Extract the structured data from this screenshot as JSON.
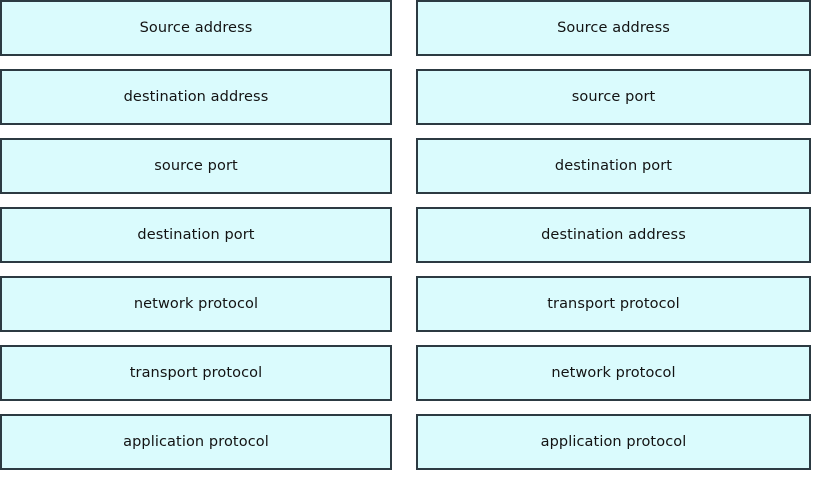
{
  "diagram": {
    "type": "two-column-field-list",
    "colors": {
      "box_fill": "#dafbfd",
      "box_border": "#2c3a42",
      "text": "#131313",
      "background": "#ffffff"
    },
    "columns": [
      {
        "name": "left-column",
        "fields": [
          {
            "label": "Source address"
          },
          {
            "label": "destination address"
          },
          {
            "label": "source port"
          },
          {
            "label": "destination port"
          },
          {
            "label": "network protocol"
          },
          {
            "label": "transport protocol"
          },
          {
            "label": "application protocol"
          }
        ]
      },
      {
        "name": "right-column",
        "fields": [
          {
            "label": "Source address"
          },
          {
            "label": "source port"
          },
          {
            "label": "destination port"
          },
          {
            "label": "destination address"
          },
          {
            "label": "transport protocol"
          },
          {
            "label": "network protocol"
          },
          {
            "label": "application protocol"
          }
        ]
      }
    ]
  }
}
